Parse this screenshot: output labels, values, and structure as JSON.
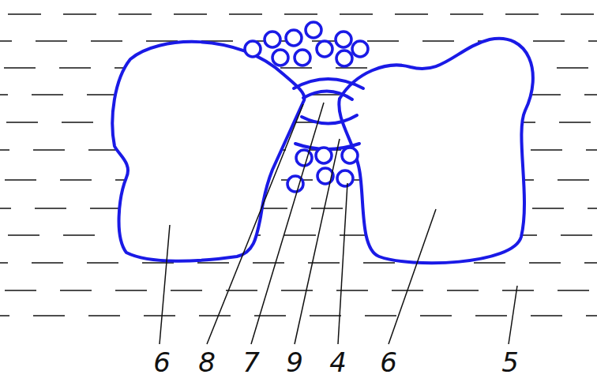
{
  "diagram": {
    "labels": [
      "6",
      "8",
      "7",
      "9",
      "4",
      "6",
      "5"
    ]
  }
}
